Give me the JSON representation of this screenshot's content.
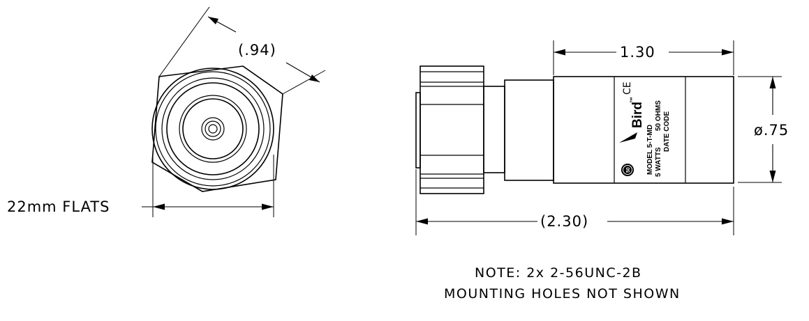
{
  "dimensions": {
    "flat_diagonal": "(.94)",
    "flats": "22mm FLATS",
    "body_length": "1.30",
    "diameter": "ø.75",
    "overall_length": "(2.30)"
  },
  "product_label": {
    "brand": "Bird",
    "trademark": "™",
    "ce_mark": "CE",
    "impedance_badge": "50",
    "model": "MODEL 5-T-MD",
    "power": "5 WATTS",
    "impedance": "50 OHMS",
    "date_code": "DATE CODE"
  },
  "note": {
    "line1": "NOTE: 2x 2-56UNC-2B",
    "line2": "MOUNTING HOLES NOT SHOWN"
  }
}
